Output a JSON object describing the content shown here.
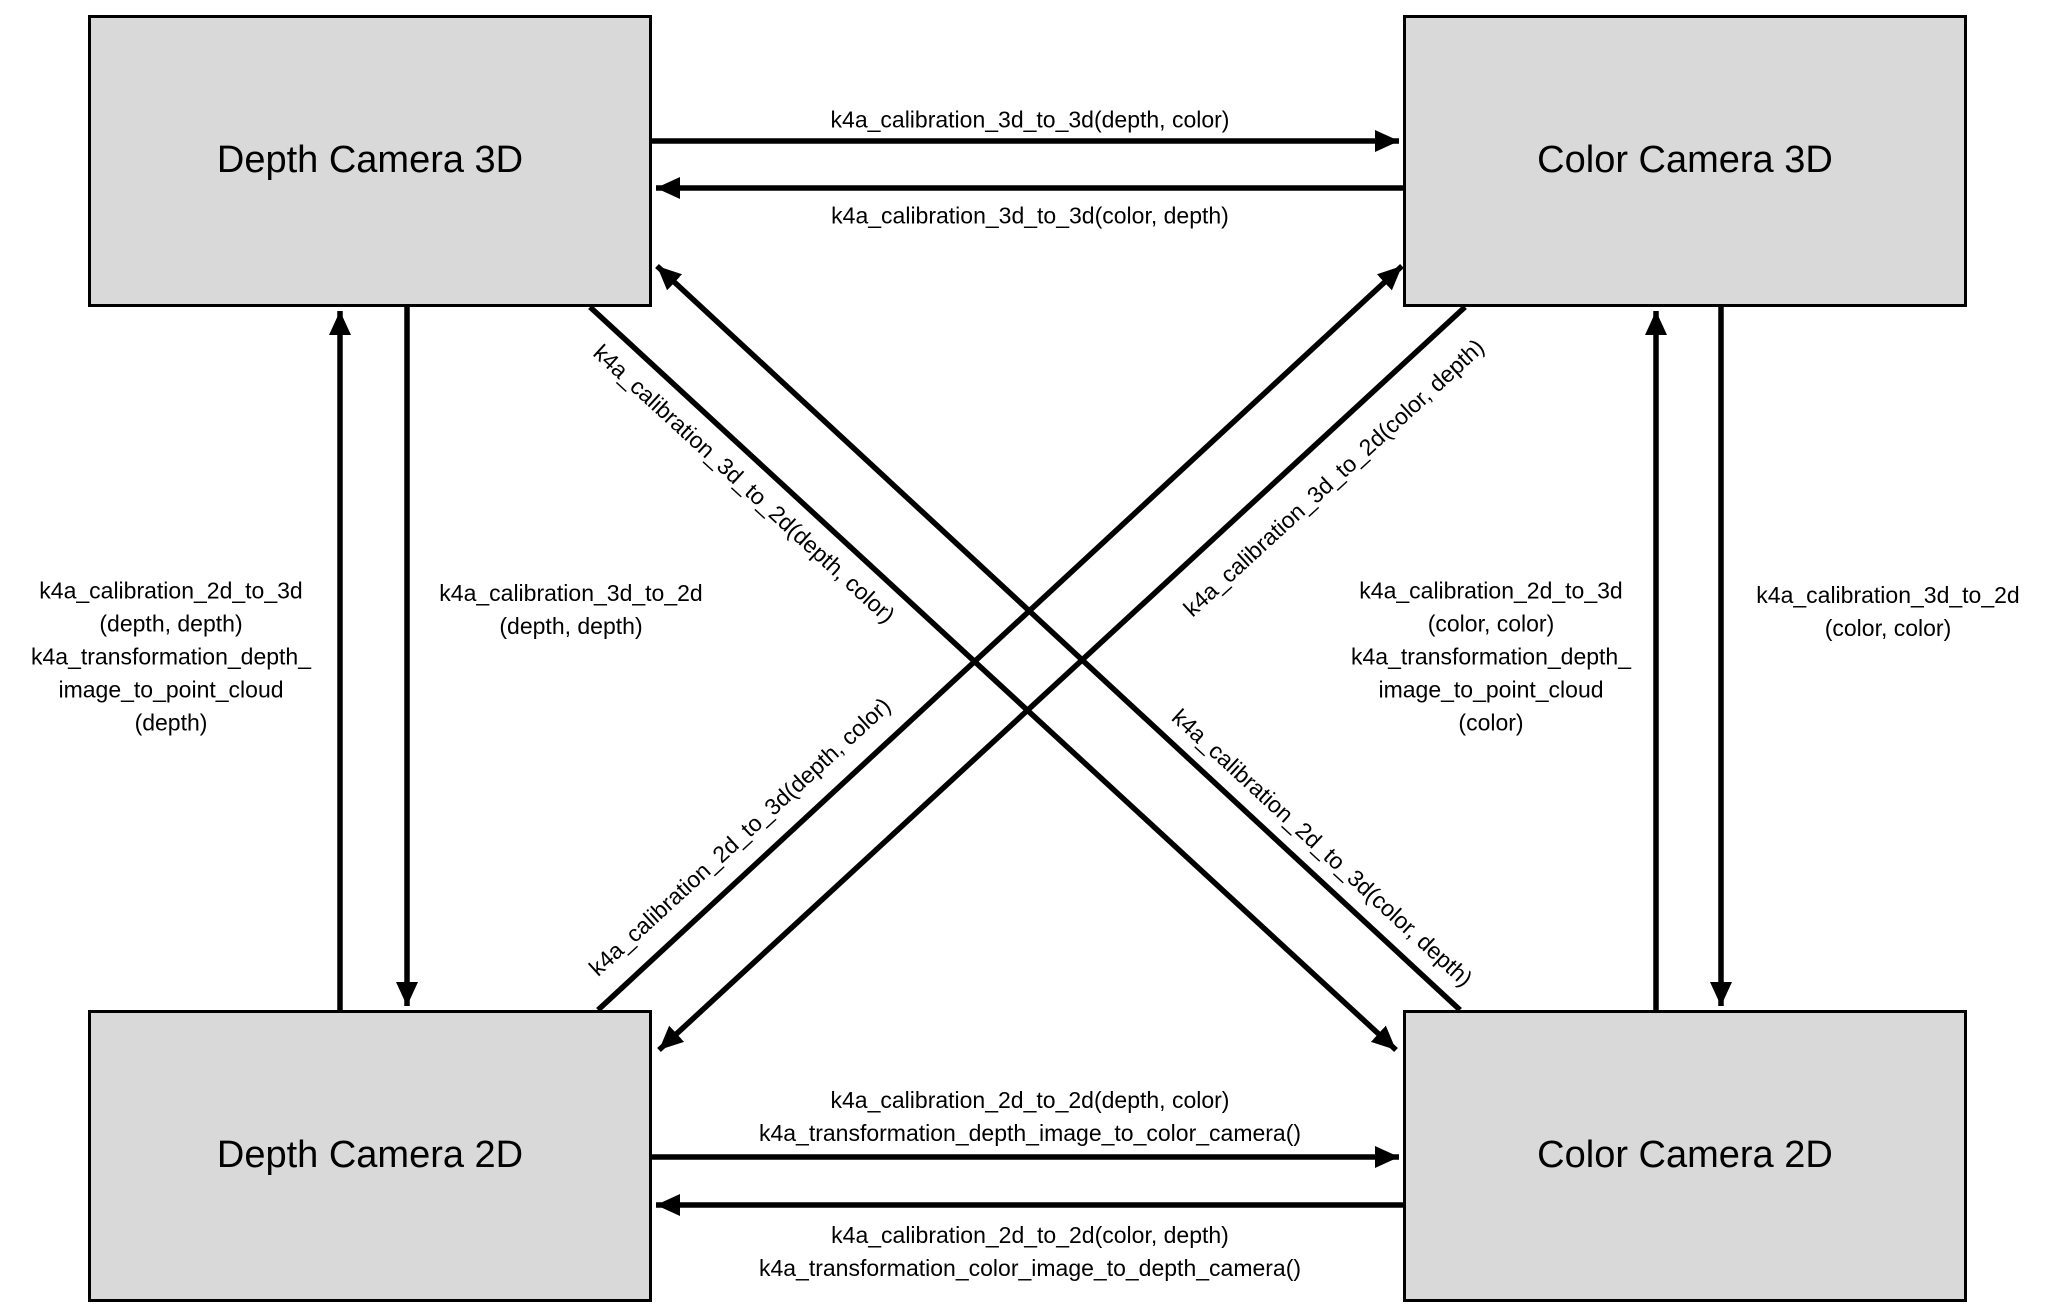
{
  "nodes": {
    "depth_3d": {
      "label": "Depth Camera 3D"
    },
    "color_3d": {
      "label": "Color Camera 3D"
    },
    "depth_2d": {
      "label": "Depth Camera 2D"
    },
    "color_2d": {
      "label": "Color Camera 2D"
    }
  },
  "edges": {
    "top_forward": {
      "from": "depth_3d",
      "to": "color_3d",
      "label": "k4a_calibration_3d_to_3d(depth, color)"
    },
    "top_backward": {
      "from": "color_3d",
      "to": "depth_3d",
      "label": "k4a_calibration_3d_to_3d(color, depth)"
    },
    "bottom_forward": {
      "from": "depth_2d",
      "to": "color_2d",
      "label": "k4a_calibration_2d_to_2d(depth, color)\nk4a_transformation_depth_image_to_color_camera()"
    },
    "bottom_backward": {
      "from": "color_2d",
      "to": "depth_2d",
      "label": "k4a_calibration_2d_to_2d(color, depth)\nk4a_transformation_color_image_to_depth_camera()"
    },
    "left_up": {
      "from": "depth_2d",
      "to": "depth_3d",
      "label": "k4a_calibration_2d_to_3d\n(depth, depth)\nk4a_transformation_depth_\nimage_to_point_cloud\n(depth)"
    },
    "left_down": {
      "from": "depth_3d",
      "to": "depth_2d",
      "label": "k4a_calibration_3d_to_2d\n(depth, depth)"
    },
    "right_up": {
      "from": "color_2d",
      "to": "color_3d",
      "label": "k4a_calibration_2d_to_3d\n(color, color)\nk4a_transformation_depth_\nimage_to_point_cloud\n(color)"
    },
    "right_down": {
      "from": "color_3d",
      "to": "color_2d",
      "label": "k4a_calibration_3d_to_2d\n(color, color)"
    },
    "diag_depth3d_to_color2d": {
      "from": "depth_3d",
      "to": "color_2d",
      "label": "k4a_calibration_3d_to_2d(depth, color)"
    },
    "diag_color3d_to_depth2d": {
      "from": "color_3d",
      "to": "depth_2d",
      "label": "k4a_calibration_3d_to_2d(color, depth)"
    },
    "diag_depth2d_to_color3d": {
      "from": "depth_2d",
      "to": "color_3d",
      "label": "k4a_calibration_2d_to_3d(depth, color)"
    },
    "diag_color2d_to_depth3d": {
      "from": "color_2d",
      "to": "depth_3d",
      "label": "k4a_calibration_2d_to_3d(color, depth)"
    }
  },
  "colors": {
    "node_fill": "#d9d9d9",
    "node_border": "#000000",
    "arrow": "#000000",
    "text": "#000000",
    "background": "#ffffff"
  }
}
